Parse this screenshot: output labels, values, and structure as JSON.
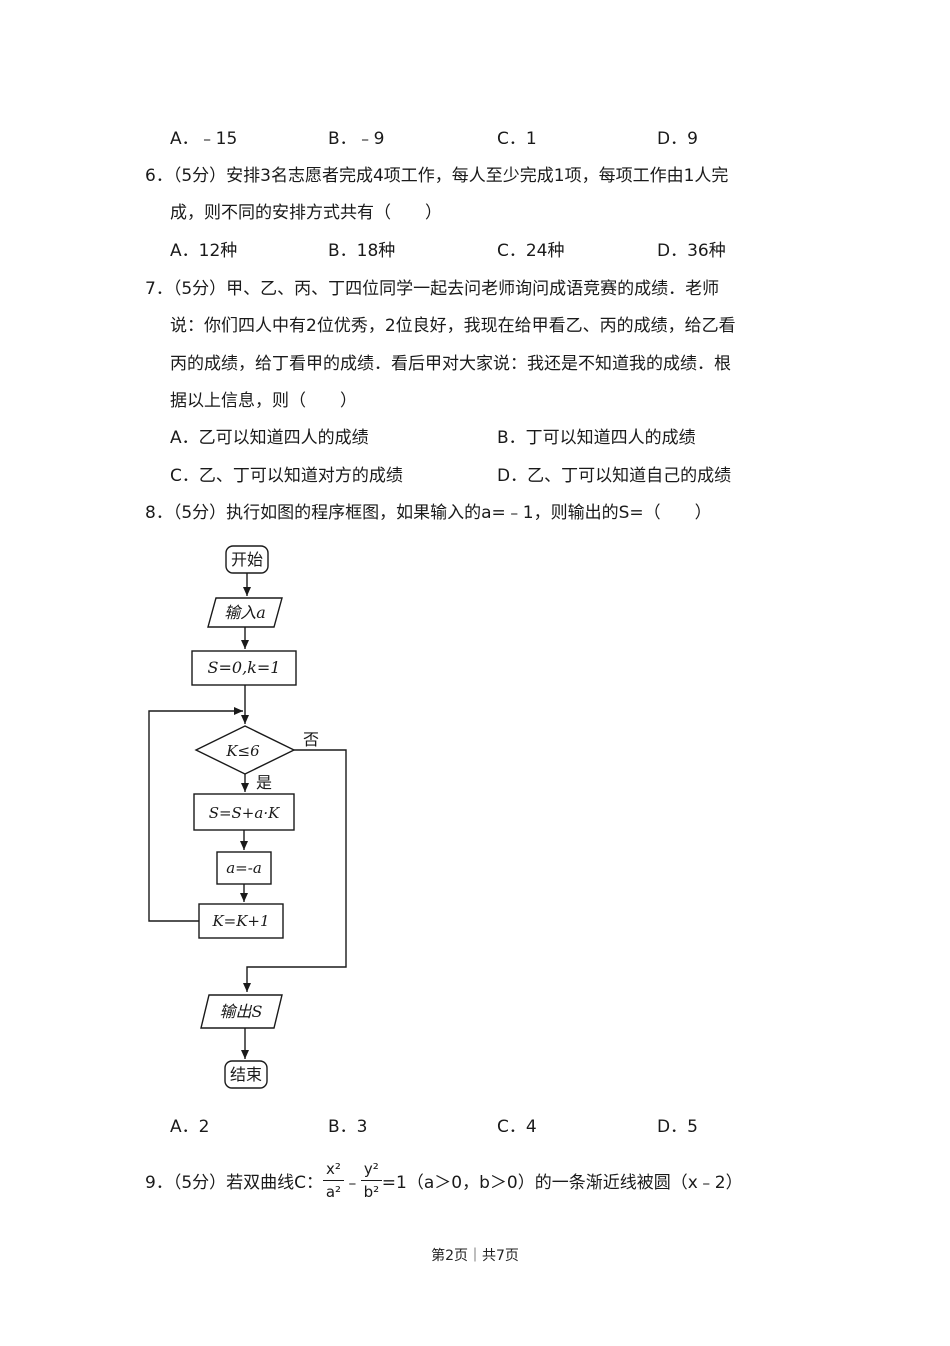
{
  "q5_options": {
    "a": "A．﹣15",
    "b": "B．﹣9",
    "c": "C．1",
    "d": "D．9"
  },
  "q6": {
    "line1": "6．（5分）安排3名志愿者完成4项工作，每人至少完成1项，每项工作由1人完",
    "line2": "成，则不同的安排方式共有（　　）",
    "options": {
      "a": "A．12种",
      "b": "B．18种",
      "c": "C．24种",
      "d": "D．36种"
    }
  },
  "q7": {
    "line1": "7．（5分）甲、乙、丙、丁四位同学一起去问老师询问成语竞赛的成绩．老师",
    "line2": "说：你们四人中有2位优秀，2位良好，我现在给甲看乙、丙的成绩，给乙看",
    "line3": "丙的成绩，给丁看甲的成绩．看后甲对大家说：我还是不知道我的成绩．根",
    "line4": "据以上信息，则（　　）",
    "options": {
      "a": "A．乙可以知道四人的成绩",
      "b": "B．丁可以知道四人的成绩",
      "c": "C．乙、丁可以知道对方的成绩",
      "d": "D．乙、丁可以知道自己的成绩"
    }
  },
  "q8": {
    "line1": "8．（5分）执行如图的程序框图，如果输入的a=﹣1，则输出的S=（　　）",
    "flowchart": {
      "start": "开始",
      "input": "输入a",
      "init": "S=0,k=1",
      "condition": "K≤6",
      "no_label": "否",
      "yes_label": "是",
      "step1": "S=S+a·K",
      "step2": "a=-a",
      "step3": "K=K+1",
      "output": "输出S",
      "end": "结束"
    },
    "options": {
      "a": "A．2",
      "b": "B．3",
      "c": "C．4",
      "d": "D．5"
    }
  },
  "q9": {
    "prefix": "9．（5分）若双曲线C：",
    "frac1_num": "x²",
    "frac1_den": "a²",
    "minus": "﹣",
    "frac2_num": "y²",
    "frac2_den": "b²",
    "suffix": "=1（a＞0，b＞0）的一条渐近线被圆（x﹣2）"
  },
  "footer": "第2页｜共7页"
}
